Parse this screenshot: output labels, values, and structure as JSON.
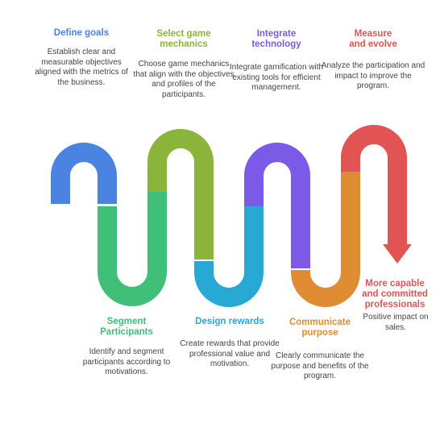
{
  "colors": {
    "blue": "#4a84e0",
    "green": "#3fbf78",
    "olive": "#8bb43a",
    "cyan": "#28a8d4",
    "purple": "#7a5ae6",
    "orange": "#e08c34",
    "red": "#e25454"
  },
  "steps": [
    {
      "title": "Define goals",
      "desc": "Establish clear and measurable objectives aligned with the metrics of the business.",
      "color": "#4a84e0"
    },
    {
      "title": "Segment\nParticipants",
      "desc": "Identify and segment participants according to motivations.",
      "color": "#3fbf78"
    },
    {
      "title": "Select game\nmechanics",
      "desc": "Choose game mechanics that align with the objectives and profiles of the participants.",
      "color": "#8bb43a"
    },
    {
      "title": "Design rewards",
      "desc": "Create rewards that provide professional value and motivation.",
      "color": "#28a8d4"
    },
    {
      "title": "Integrate\ntechnology",
      "desc": "Integrate gamification with existing tools for efficient management.",
      "color": "#7a5ae6"
    },
    {
      "title": "Communicate\npurpose",
      "desc": "Clearly communicate the purpose and benefits of the program.",
      "color": "#e08c34"
    },
    {
      "title": "Measure\nand evolve",
      "desc": "Analyze the participation and impact to improve the program.",
      "color": "#e25454"
    },
    {
      "title": "More capable\nand committed\nprofessionals",
      "desc": "Positive impact on sales.",
      "color": "#e25454"
    }
  ]
}
